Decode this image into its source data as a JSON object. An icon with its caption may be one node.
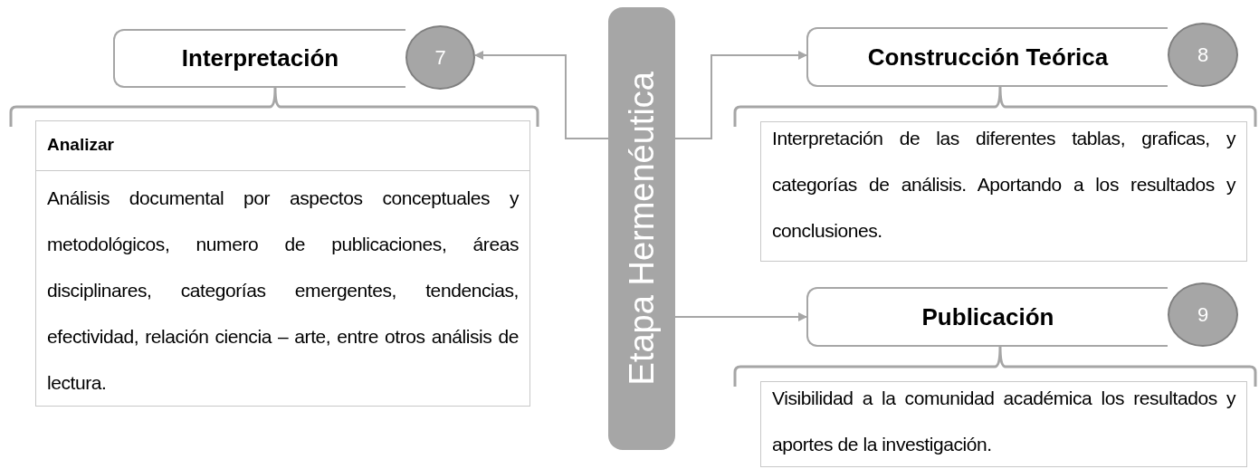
{
  "diagram": {
    "nodes": [
      {
        "text": [
          "Etapa Hermenéutica"
        ]
      },
      {
        "text": [
          "Interpretación"
        ]
      },
      {
        "text": [
          "7"
        ]
      },
      {
        "text": [
          "Analizar",
          "Análisis documental por aspectos conceptuales y metodológicos, numero de publicaciones, áreas disciplinares, categorías emergentes, tendencias, efectividad, relación ciencia – arte, entre otros análisis de lectura."
        ]
      },
      {
        "text": [
          "Construcción Teórica"
        ]
      },
      {
        "text": [
          "8"
        ]
      },
      {
        "text": [
          "Interpretación de las diferentes tablas, graficas, y categorías de análisis. Aportando a los resultados y conclusiones."
        ]
      },
      {
        "text": [
          "Publicación"
        ]
      },
      {
        "text": [
          "9"
        ]
      },
      {
        "text": [
          "Visibilidad a la comunidad académica los resultados y aportes de la investigación."
        ]
      }
    ],
    "edges": [
      {
        "from": 0,
        "to": 2,
        "arrow": "to"
      },
      {
        "from": 0,
        "to": 4,
        "arrow": "to"
      },
      {
        "from": 0,
        "to": 7,
        "arrow": "to"
      }
    ]
  }
}
